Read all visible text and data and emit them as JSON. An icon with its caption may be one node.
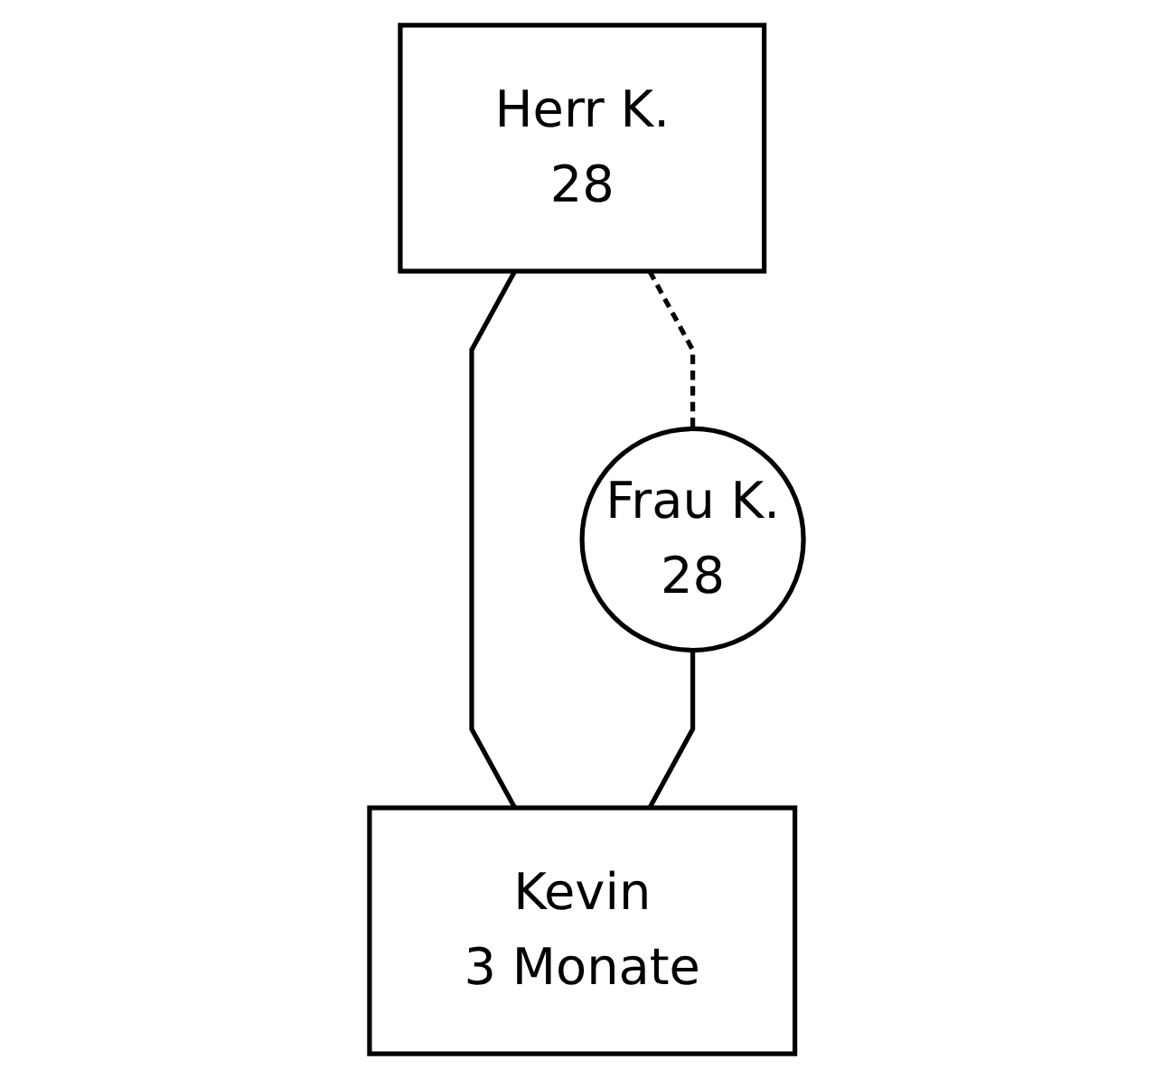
{
  "diagram": {
    "nodes": [
      {
        "text": [
          "Herr K.",
          "28"
        ]
      },
      {
        "text": [
          "Frau K.",
          "28"
        ]
      },
      {
        "text": [
          "Kevin",
          "3 Monate"
        ]
      }
    ],
    "edges": [
      {
        "from": 0,
        "to": 1,
        "arrow": "none",
        "style": "dashed"
      },
      {
        "from": 0,
        "to": 2,
        "arrow": "none"
      },
      {
        "from": 1,
        "to": 2,
        "arrow": "none"
      }
    ]
  }
}
